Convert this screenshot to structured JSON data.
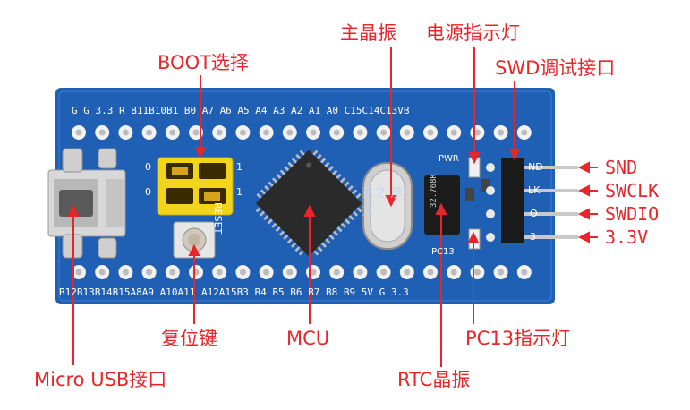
{
  "callouts": {
    "boot": "BOOT选择",
    "crystal_main": "主晶振",
    "power_led": "电源指示灯",
    "swd": "SWD调试接口",
    "snd": "SND",
    "swclk": "SWCLK",
    "swdio": "SWDIO",
    "v33": "3.3V",
    "reset": "复位键",
    "mcu": "MCU",
    "pc13_led": "PC13指示灯",
    "rtc": "RTC晶振",
    "usb": "Micro USB接口"
  },
  "board": {
    "top_pins": "G  G 3.3 R B11B10B1 B0 A7 A6 A5 A4 A3 A2  A1 A0 C15C14C13VB",
    "bottom_pins": "B12B13B14B15A8A9 A10A11 A12A15B3 B4 B5  B6 B7 B8 B9 5V G  3.3",
    "reset_label": "RESET",
    "pwr_label": "PWR",
    "pc13_label": "PC13",
    "boot_zero_1": "0",
    "boot_zero_2": "0",
    "boot_one_1": "1",
    "boot_one_2": "1",
    "crystal_marking": "32.768K",
    "swd_gnd_fragment": "ND",
    "swd_clk_fragment": "LK",
    "swd_io_fragment": "O",
    "swd_3v_fragment": "3",
    "watermark": "首之 彦立"
  },
  "colors": {
    "board": "#1f5fb4",
    "callout": "#e8262a",
    "header_pin": "#c9c9c9",
    "jumper": "#f2d41a"
  }
}
